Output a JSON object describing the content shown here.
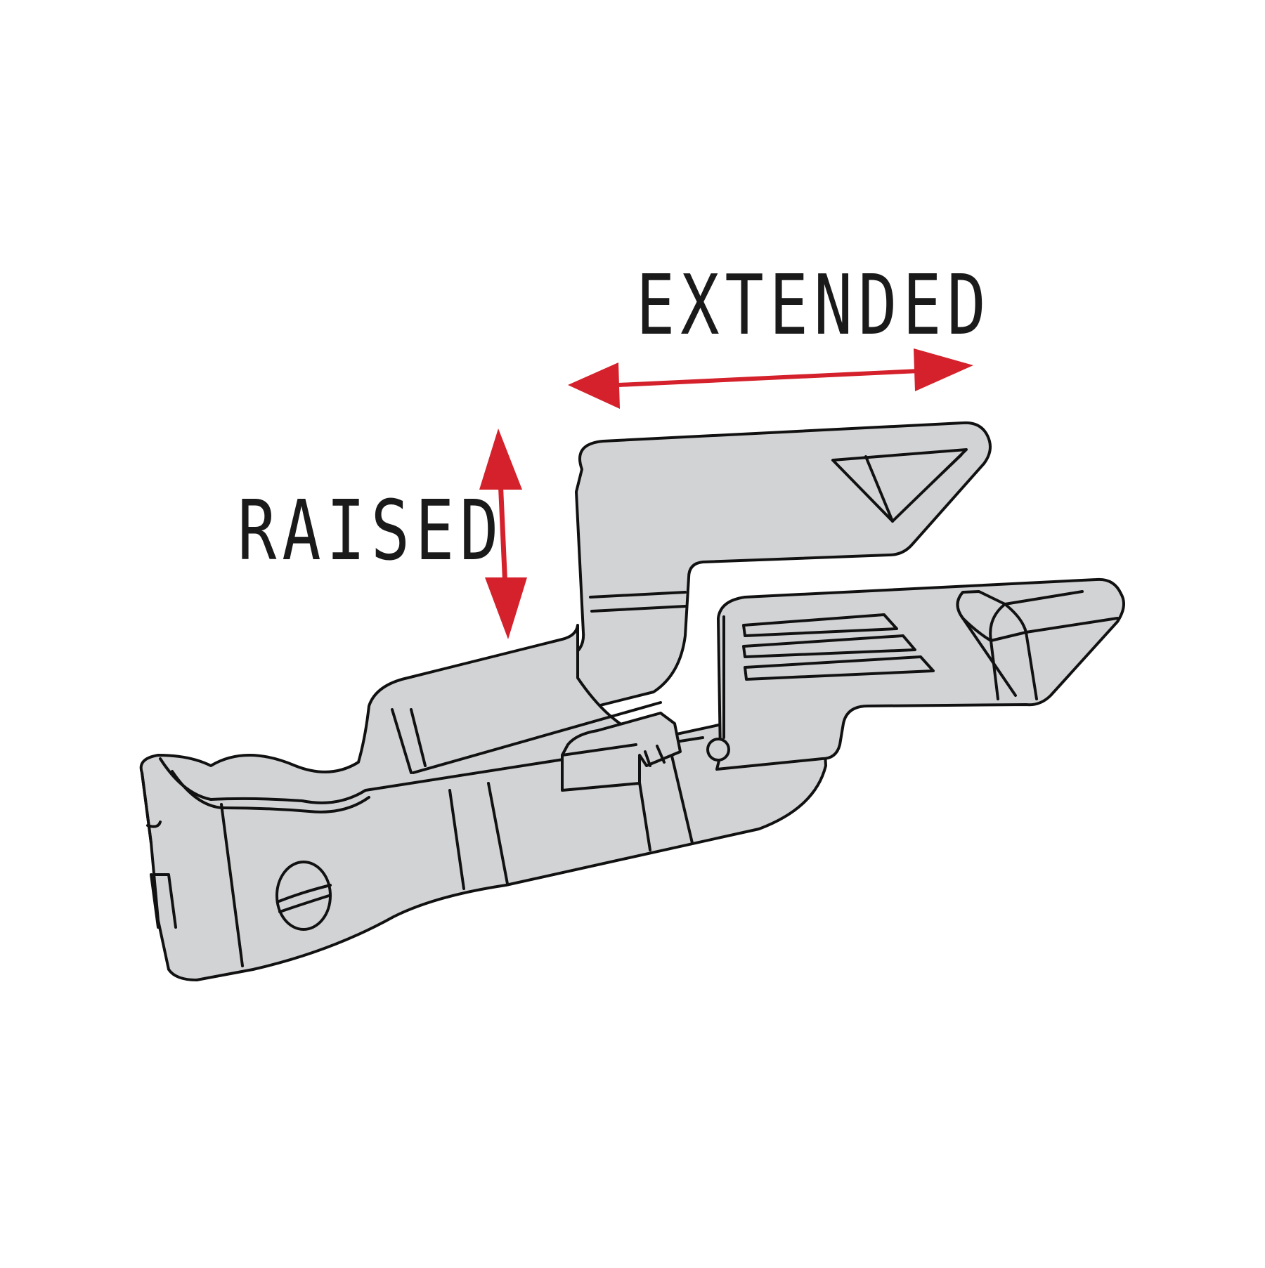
{
  "diagram": {
    "subject": "extended slide stop lever",
    "labels": {
      "extended": "EXTENDED",
      "raised": "RAISED"
    },
    "annotations": [
      {
        "id": "extended-arrow",
        "label": "EXTENDED",
        "direction": "horizontal-bidirectional"
      },
      {
        "id": "raised-arrow",
        "label": "RAISED",
        "direction": "vertical-bidirectional"
      }
    ],
    "colors": {
      "background": "#ffffff",
      "part_fill": "#d2d3d5",
      "outline": "#111111",
      "arrow": "#d4212b",
      "text": "#1a1a1a"
    }
  }
}
